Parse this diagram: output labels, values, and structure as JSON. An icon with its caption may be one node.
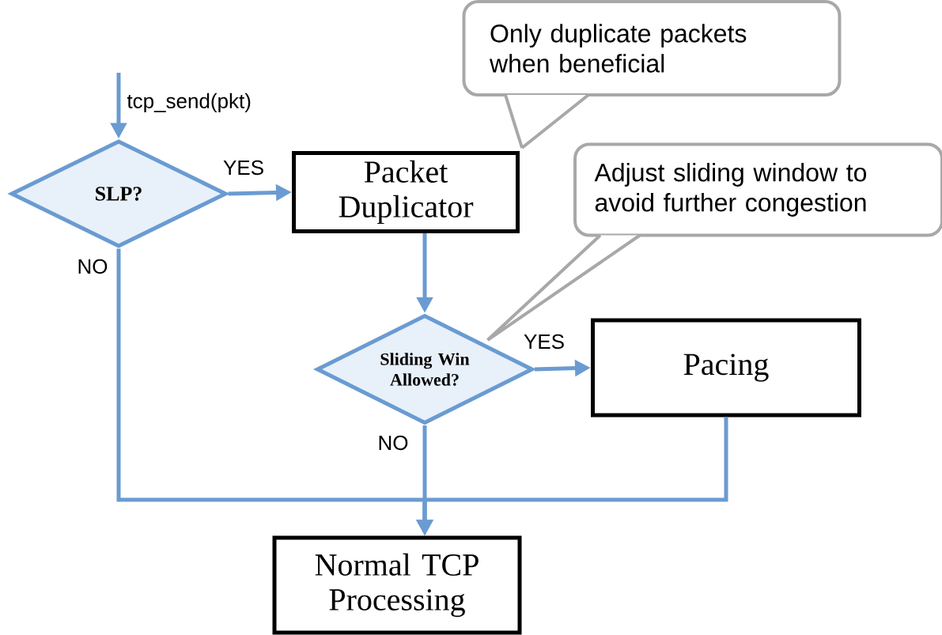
{
  "diagram": {
    "nodes": [
      {
        "text": [
          "SLP?"
        ]
      },
      {
        "text": [
          "Packet Duplicator"
        ]
      },
      {
        "text": [
          "Sliding Win Allowed?"
        ]
      },
      {
        "text": [
          "Pacing"
        ]
      },
      {
        "text": [
          "Normal TCP Processing"
        ]
      },
      {
        "text": [
          "Only duplicate packets when beneficial"
        ]
      },
      {
        "text": [
          "Adjust sliding window to avoid further congestion"
        ]
      }
    ],
    "edges": [
      {
        "from": null,
        "to": 0,
        "arrow": "to",
        "label": "tcp_send(pkt)"
      },
      {
        "from": 0,
        "to": 1,
        "arrow": "to",
        "label": "YES"
      },
      {
        "from": 1,
        "to": 2,
        "arrow": "to"
      },
      {
        "from": 2,
        "to": 3,
        "arrow": "to",
        "label": "YES"
      },
      {
        "from": 0,
        "to": 4,
        "arrow": "to",
        "label": "NO"
      },
      {
        "from": 2,
        "to": 4,
        "arrow": "to",
        "label": "NO"
      },
      {
        "from": 3,
        "to": 4,
        "arrow": "to"
      },
      {
        "from": 5,
        "to": 1,
        "arrow": "none"
      },
      {
        "from": 6,
        "to": 2,
        "arrow": "none"
      }
    ]
  }
}
